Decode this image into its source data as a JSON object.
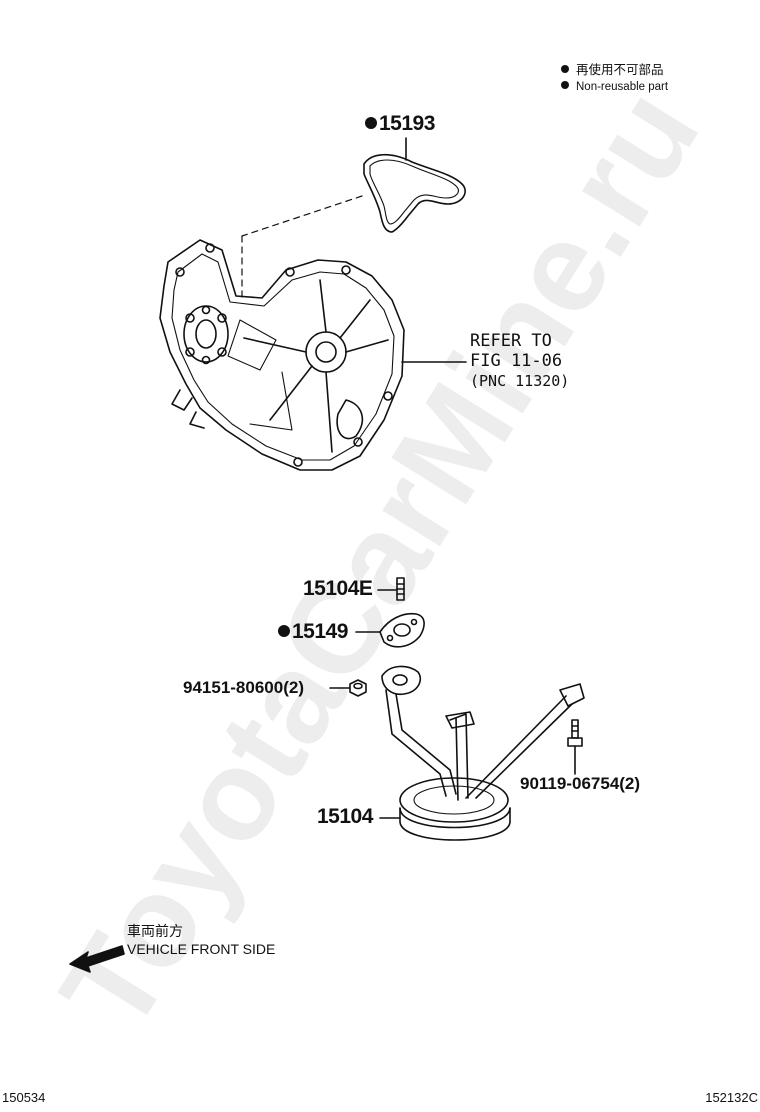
{
  "legend": {
    "jp": "再使用不可部品",
    "en": "Non-reusable part"
  },
  "parts": {
    "p15193": "15193",
    "p15104E": "15104E",
    "p15149": "15149",
    "p94151": "94151-80600(2)",
    "p90119": "90119-06754(2)",
    "p15104": "15104"
  },
  "refer": {
    "line1": "REFER TO",
    "line2": "FIG 11-06",
    "line3": "(PNC 11320)"
  },
  "front": {
    "jp": "車両前方",
    "en": "VEHICLE FRONT SIDE"
  },
  "footer": {
    "left": "150534",
    "right": "152132C"
  },
  "watermark": "ToyotaCarMine.ru"
}
